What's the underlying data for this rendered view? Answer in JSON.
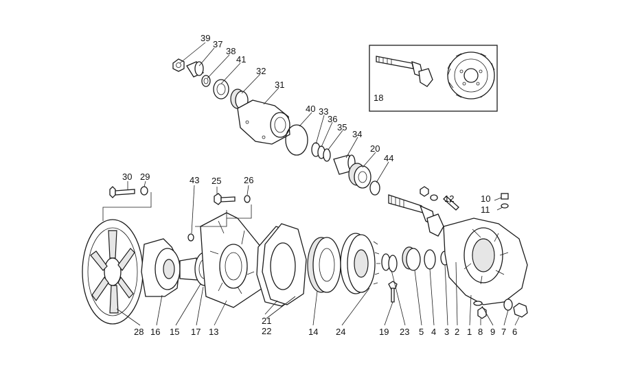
{
  "callouts": [
    {
      "id": "39",
      "text": "39"
    },
    {
      "id": "37",
      "text": "37"
    },
    {
      "id": "38",
      "text": "38"
    },
    {
      "id": "41",
      "text": "41"
    },
    {
      "id": "32",
      "text": "32"
    },
    {
      "id": "31",
      "text": "31"
    },
    {
      "id": "40",
      "text": "40"
    },
    {
      "id": "33",
      "text": "33"
    },
    {
      "id": "36",
      "text": "36"
    },
    {
      "id": "35",
      "text": "35"
    },
    {
      "id": "34",
      "text": "34"
    },
    {
      "id": "20",
      "text": "20"
    },
    {
      "id": "44",
      "text": "44"
    },
    {
      "id": "18",
      "text": "18"
    },
    {
      "id": "30",
      "text": "30"
    },
    {
      "id": "29",
      "text": "29"
    },
    {
      "id": "43",
      "text": "43"
    },
    {
      "id": "25",
      "text": "25"
    },
    {
      "id": "26",
      "text": "26"
    },
    {
      "id": "12",
      "text": "12"
    },
    {
      "id": "10",
      "text": "10"
    },
    {
      "id": "11",
      "text": "11"
    },
    {
      "id": "28",
      "text": "28"
    },
    {
      "id": "16",
      "text": "16"
    },
    {
      "id": "15",
      "text": "15"
    },
    {
      "id": "17",
      "text": "17"
    },
    {
      "id": "13",
      "text": "13"
    },
    {
      "id": "21",
      "text": "21"
    },
    {
      "id": "22",
      "text": "22"
    },
    {
      "id": "14",
      "text": "14"
    },
    {
      "id": "24",
      "text": "24"
    },
    {
      "id": "19",
      "text": "19"
    },
    {
      "id": "23",
      "text": "23"
    },
    {
      "id": "5",
      "text": "5"
    },
    {
      "id": "4",
      "text": "4"
    },
    {
      "id": "3",
      "text": "3"
    },
    {
      "id": "2",
      "text": "2"
    },
    {
      "id": "1",
      "text": "1"
    },
    {
      "id": "8",
      "text": "8"
    },
    {
      "id": "9",
      "text": "9"
    },
    {
      "id": "7",
      "text": "7"
    },
    {
      "id": "6",
      "text": "6"
    }
  ]
}
